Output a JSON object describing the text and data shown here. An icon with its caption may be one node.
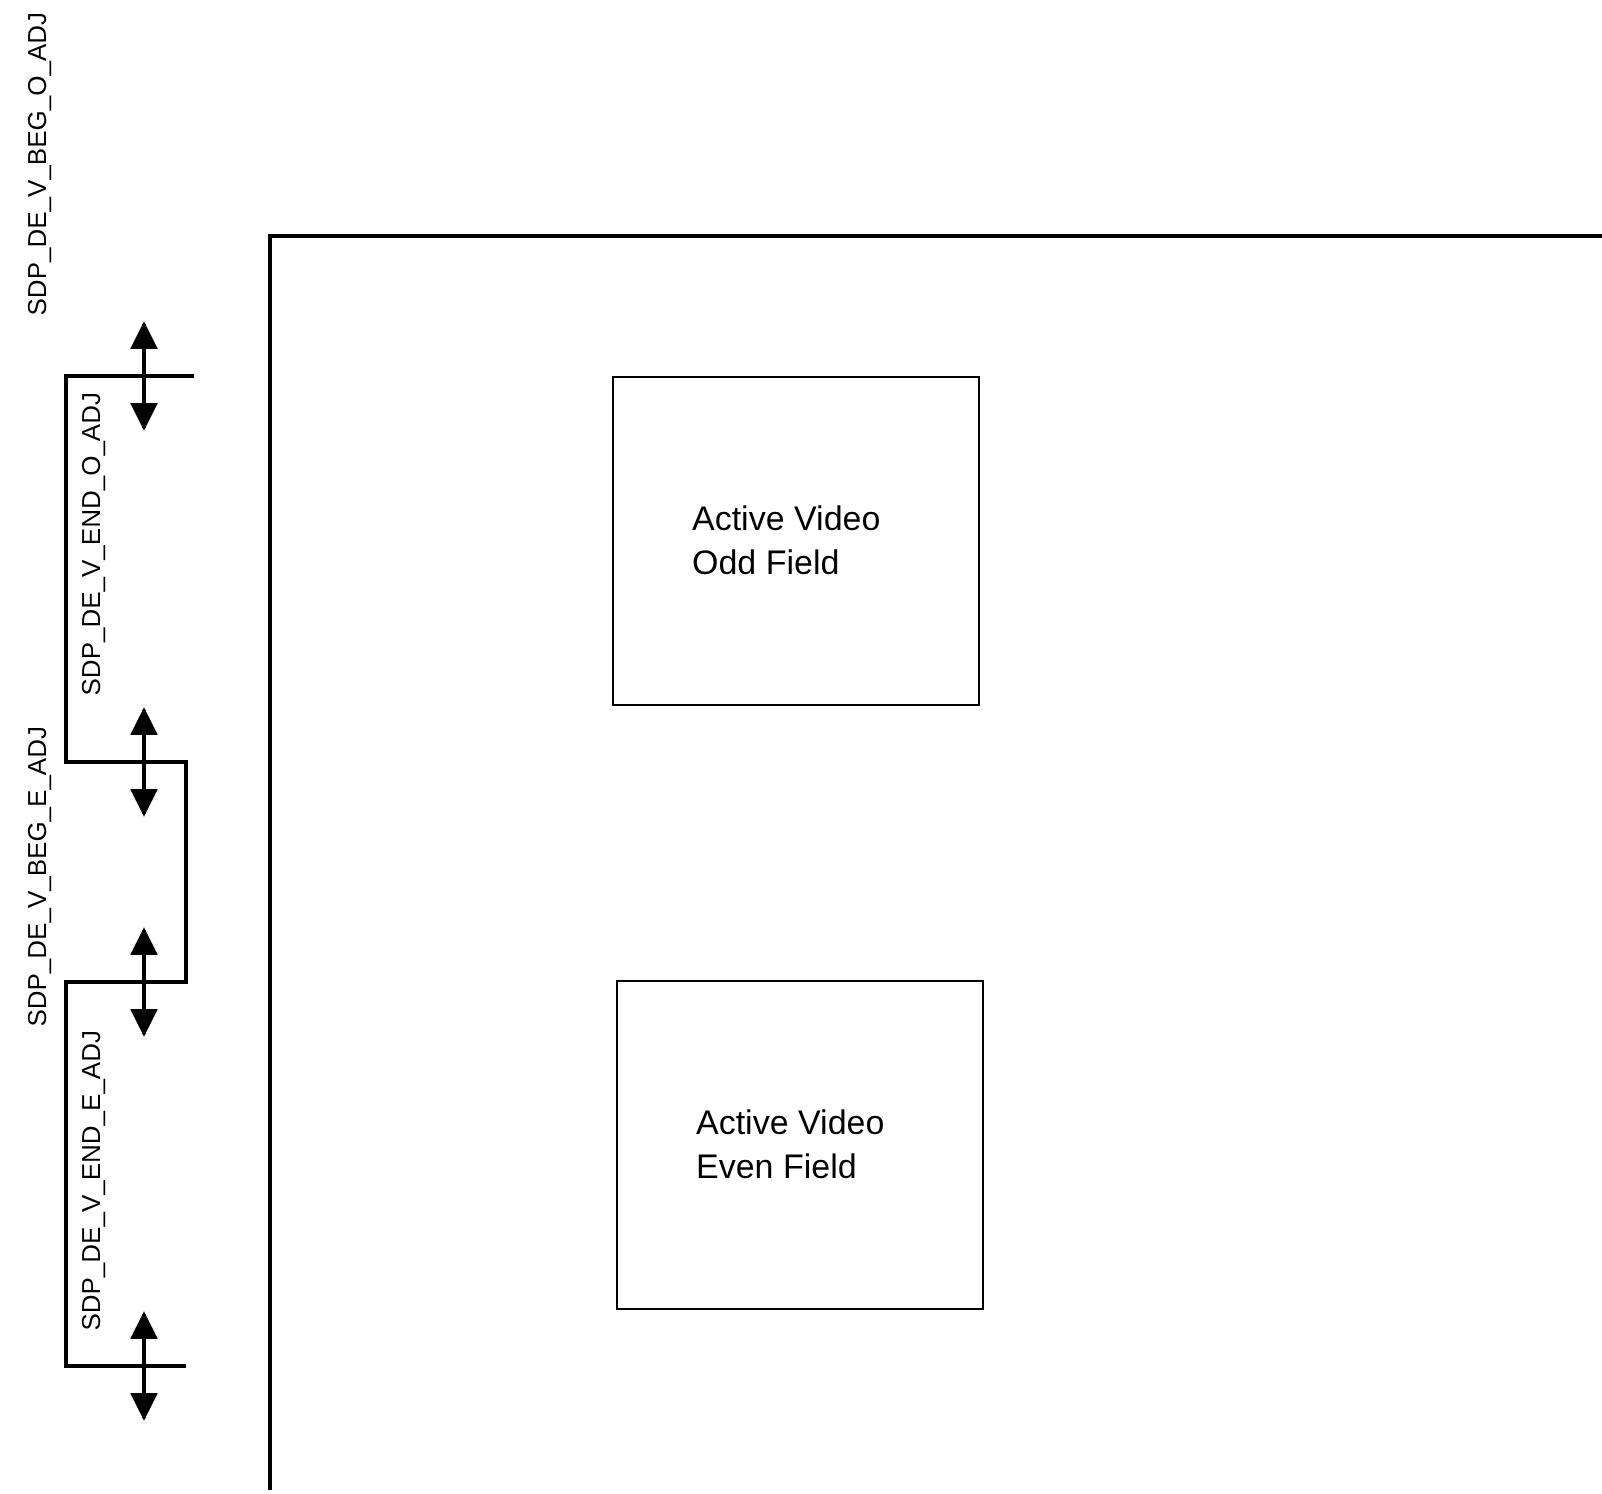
{
  "diagram": {
    "nodes": [
      {
        "text": [
          "Active Video Odd Field"
        ]
      },
      {
        "text": [
          "Active Video Even Field"
        ]
      }
    ],
    "edges": [],
    "labels": [
      "SDP_DE_V_BEG_O_ADJ",
      "SDP_DE_V_END_O_ADJ",
      "SDP_DE_V_BEG_E_ADJ",
      "SDP_DE_V_END_E_ADJ"
    ]
  }
}
